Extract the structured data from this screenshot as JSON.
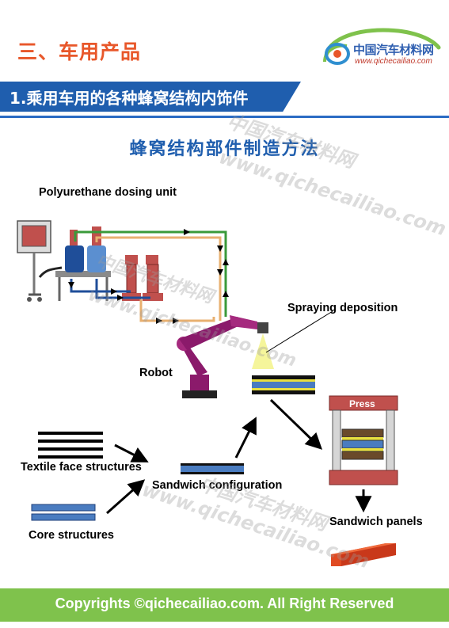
{
  "header": {
    "section_title": "三、车用产品",
    "logo_cn": "中国汽车材料网",
    "logo_url": "www.qichecailiao.com"
  },
  "subtitle": "1.乘用车用的各种蜂窝结构内饰件",
  "diagram": {
    "title": "蜂窝结构部件制造方法",
    "labels": {
      "dosing_unit": "Polyurethane dosing unit",
      "spraying": "Spraying deposition",
      "robot": "Robot",
      "press": "Press",
      "textile": "Textile face structures",
      "core": "Core structures",
      "sandwich_config": "Sandwich configuration",
      "sandwich_panels": "Sandwich panels"
    }
  },
  "watermark": {
    "cn": "中国汽车材料网",
    "url": "www.qichecailiao.com"
  },
  "footer": "Copyrights ©qichecailiao.com. All Right Reserved",
  "colors": {
    "accent_orange": "#e8572a",
    "banner_blue": "#1f5eae",
    "footer_green": "#7fc24c",
    "robot_purple": "#8b1a6b",
    "machine_red": "#c0504d",
    "core_blue": "#4a7cc0"
  }
}
